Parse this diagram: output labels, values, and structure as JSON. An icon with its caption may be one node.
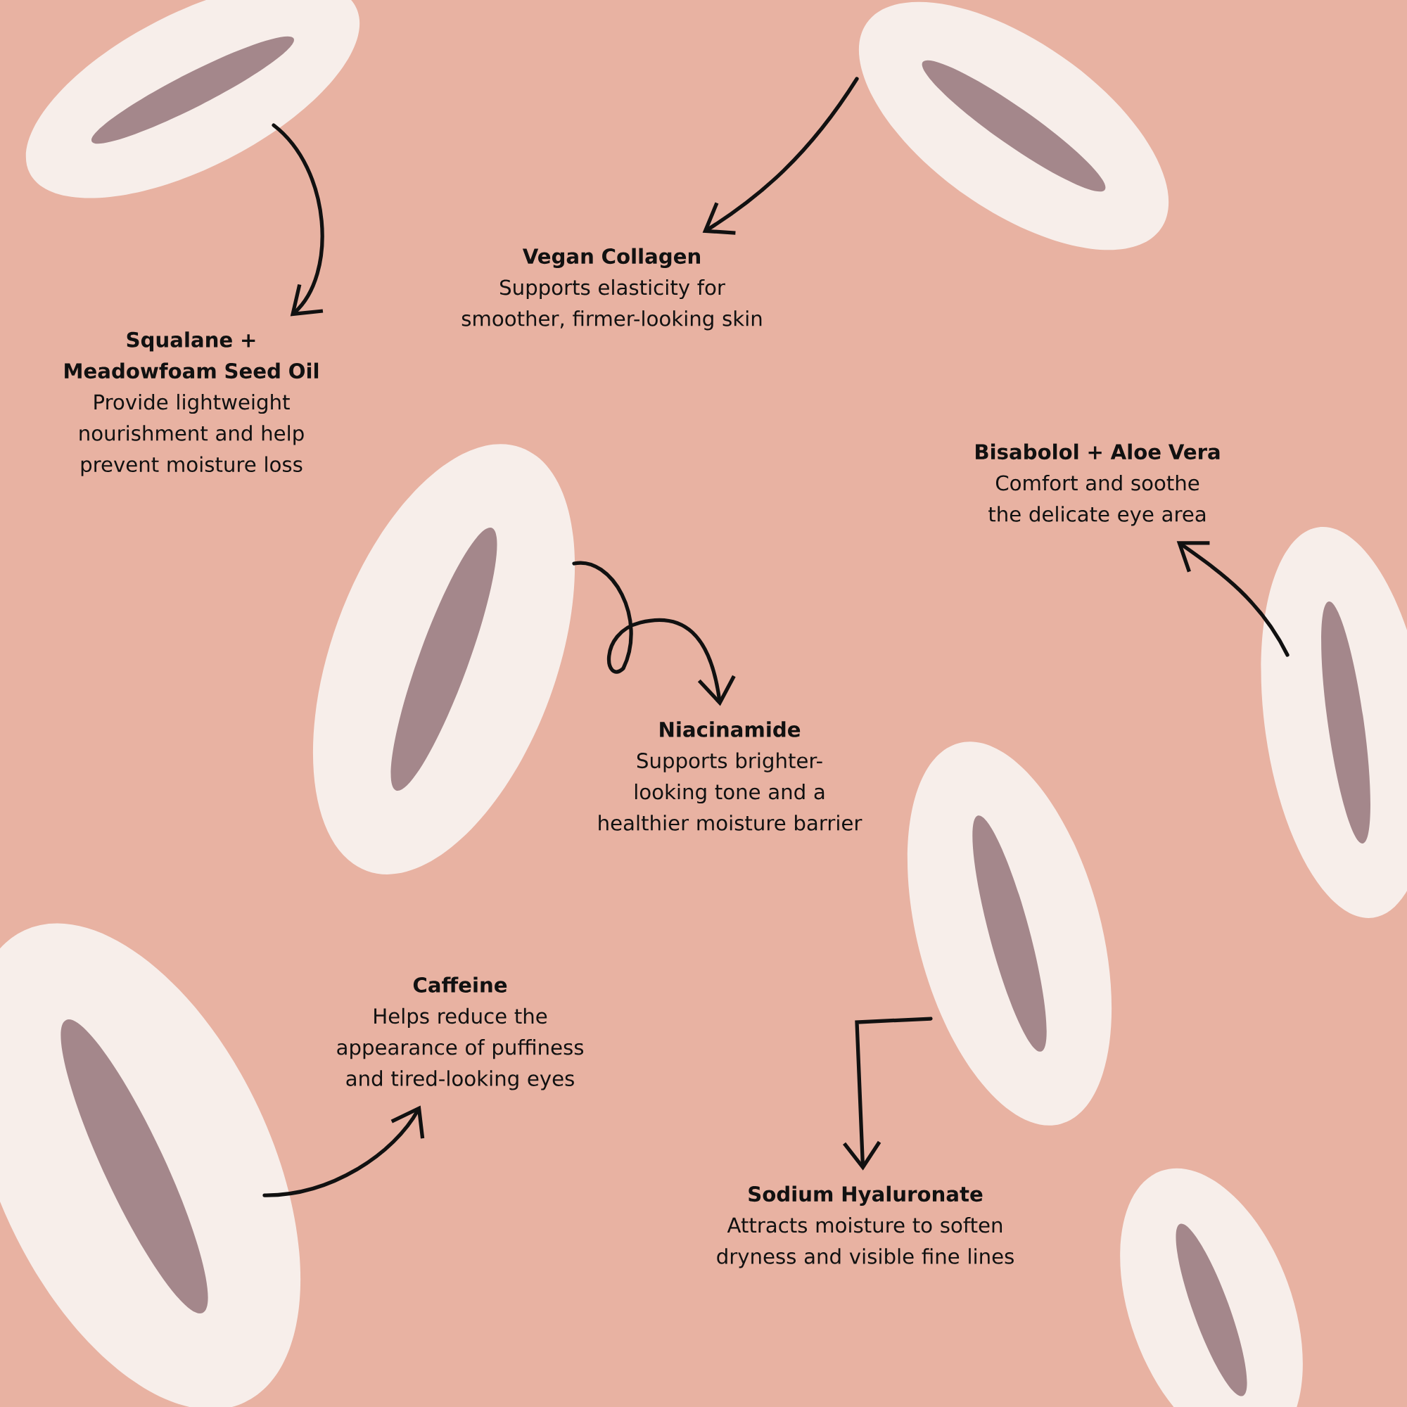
{
  "diagram": {
    "nodes": [
      {
        "text": [
          "Vegan Collagen",
          "Supports elasticity for smoother, firmer-looking skin"
        ]
      },
      {
        "text": [
          "Squalane + Meadowfoam Seed Oil",
          "Provide lightweight nourishment and help prevent moisture loss"
        ]
      },
      {
        "text": [
          "Bisabolol + Aloe Vera",
          "Comfort and soothe the delicate eye area"
        ]
      },
      {
        "text": [
          "Niacinamide",
          "Supports brighter-looking tone and a healthier moisture barrier"
        ]
      },
      {
        "text": [
          "Caffeine",
          "Helps reduce the appearance of puffiness and tired-looking eyes"
        ]
      },
      {
        "text": [
          "Sodium Hyaluronate",
          "Attracts moisture to soften dryness and visible fine lines"
        ]
      },
      {
        "text": [],
        "shape": "picture"
      },
      {
        "text": [],
        "shape": "picture"
      },
      {
        "text": [],
        "shape": "picture"
      },
      {
        "text": [],
        "shape": "picture"
      },
      {
        "text": [],
        "shape": "picture"
      },
      {
        "text": [],
        "shape": "picture"
      },
      {
        "text": [],
        "shape": "picture"
      }
    ],
    "edges": [
      {
        "from": 6,
        "to": 1,
        "arrow": "to"
      },
      {
        "from": 7,
        "to": 0,
        "arrow": "to"
      },
      {
        "from": 8,
        "to": 3,
        "arrow": "to"
      },
      {
        "from": 9,
        "to": 2,
        "arrow": "to"
      },
      {
        "from": 10,
        "to": 4,
        "arrow": "to"
      },
      {
        "from": 11,
        "to": 5,
        "arrow": "to"
      }
    ]
  }
}
